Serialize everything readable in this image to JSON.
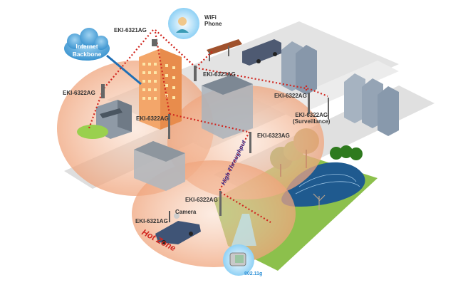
{
  "diagram": {
    "title": "Wireless mesh network deployment",
    "nodes": {
      "internet_backbone": "Internet\nBackbone",
      "internet_line1": "Internet",
      "internet_line2": "Backbone",
      "wifi_phone_line1": "WiFi",
      "wifi_phone_line2": "Phone",
      "eki_tower": "EKI-6321AG",
      "eki_cafe": "EKI-6322AG",
      "eki_busstop": "EKI-6323AG",
      "eki_apartments": "EKI-6322AG",
      "eki_surveillance_line1": "EKI-6322AG",
      "eki_surveillance_line2": "(Surveillance)",
      "eki_mid": "EKI-6322AG",
      "eki_parking": "EKI-6323AG",
      "eki_park": "EKI-6322AG",
      "eki_car": "EKI-6321AG",
      "camera": "Camera",
      "standard": "802.11g"
    },
    "annotations": {
      "hot_zone": "Hot Zone",
      "high_throughput": "High Throughput"
    },
    "colors": {
      "link": "#d0261f",
      "backbone_link": "#1f6fb5",
      "hot_zone_fill": "#f4b896",
      "street": "#dcdcdc",
      "grass": "#8cbf4a",
      "water": "#1f5a8f",
      "cloud": "#4aa3d8"
    }
  }
}
